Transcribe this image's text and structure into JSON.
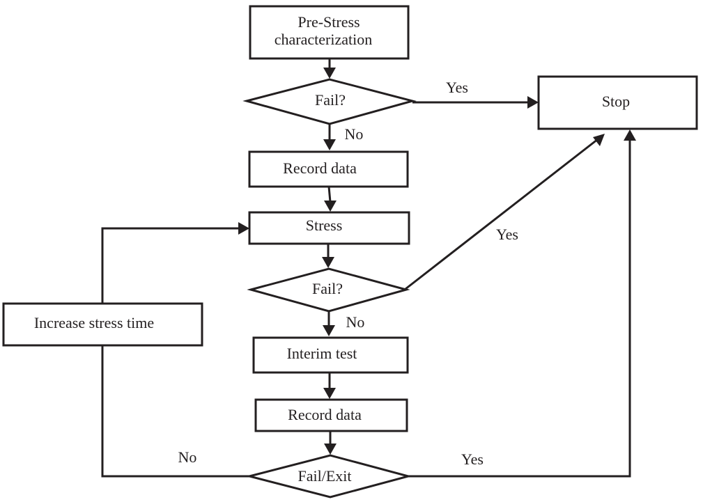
{
  "nodes": {
    "pre_stress": {
      "line1": "Pre-Stress",
      "line2": "characterization"
    },
    "fail_1": "Fail?",
    "stop": "Stop",
    "record_data_1": "Record data",
    "stress": "Stress",
    "fail_2": "Fail?",
    "increase_stress_time": "Increase stress time",
    "interim_test": "Interim test",
    "record_data_2": "Record data",
    "fail_exit": "Fail/Exit"
  },
  "edges": {
    "fail_1_yes": "Yes",
    "fail_1_no": "No",
    "fail_2_yes": "Yes",
    "fail_2_no": "No",
    "fail_exit_no": "No",
    "fail_exit_yes": "Yes"
  },
  "colors": {
    "stroke": "#231f20",
    "background": "#ffffff"
  }
}
